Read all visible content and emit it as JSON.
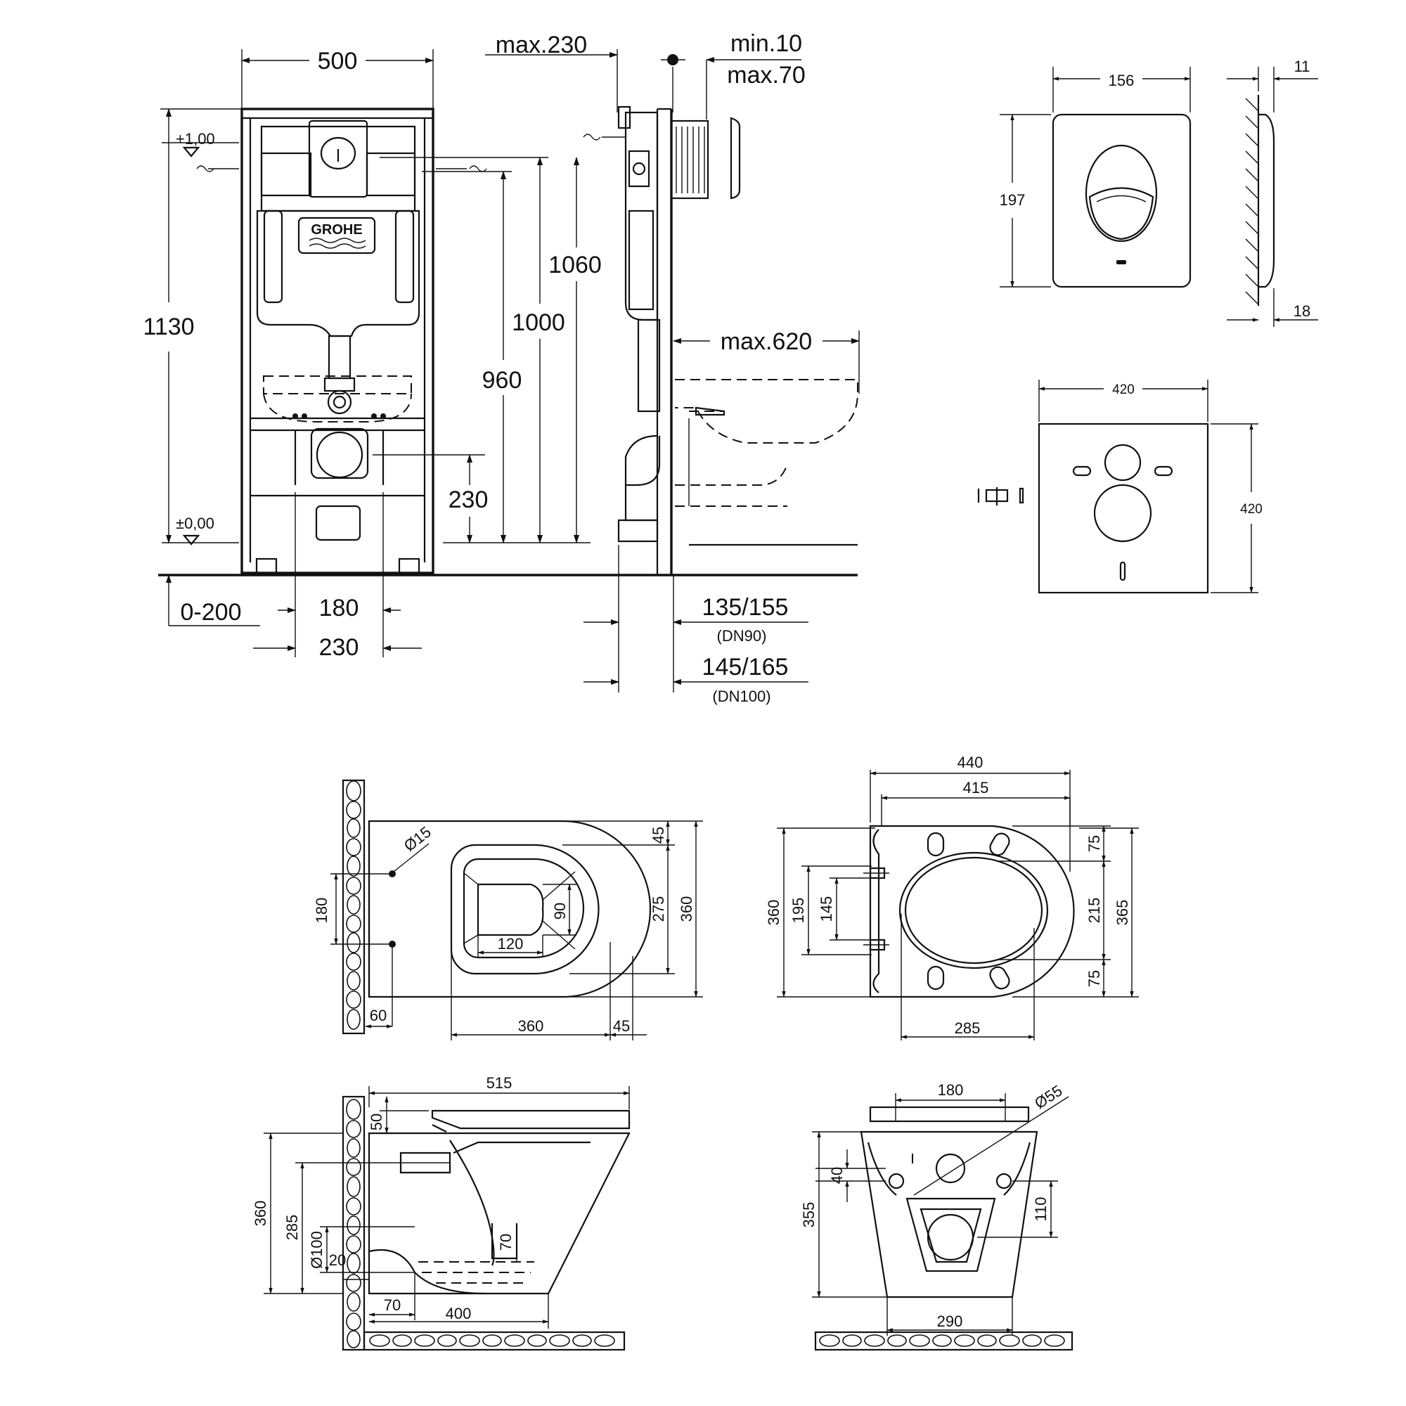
{
  "brand": "GROHE",
  "frame": {
    "width": "500",
    "height_total": "1130",
    "level_top": "+1,00",
    "level_zero": "±0,00",
    "h_1060": "1060",
    "h_1000": "1000",
    "h_960": "960",
    "h_230": "230",
    "feet": "0-200",
    "spacing_180": "180",
    "spacing_230": "230"
  },
  "side": {
    "max230": "max.230",
    "min10": "min.10",
    "max70": "max.70",
    "max620": "max.620",
    "d1": "135/155",
    "d1_note": "(DN90)",
    "d2": "145/165",
    "d2_note": "(DN100)"
  },
  "plate": {
    "width": "156",
    "height": "197",
    "depth": "11",
    "depth2": "18"
  },
  "mat": {
    "width": "420",
    "height": "420"
  },
  "bowl_top": {
    "hole": "Ø15",
    "d180": "180",
    "d60": "60",
    "d90": "90",
    "d120": "120",
    "d45a": "45",
    "d275": "275",
    "d360": "360",
    "d360b": "360",
    "d45b": "45"
  },
  "seat_top": {
    "d440": "440",
    "d415": "415",
    "d360": "360",
    "d195": "195",
    "d145": "145",
    "d75a": "75",
    "d215": "215",
    "d75b": "75",
    "d365": "365",
    "d285": "285"
  },
  "bowl_side": {
    "d515": "515",
    "d50": "50",
    "d360": "360",
    "d285": "285",
    "d100": "Ø100",
    "d70v": "70",
    "d20": "20",
    "d70h": "70",
    "d400": "400"
  },
  "bowl_rear": {
    "d180": "180",
    "d55": "Ø55",
    "d40": "40",
    "d355": "355",
    "d110": "110",
    "d290": "290"
  }
}
